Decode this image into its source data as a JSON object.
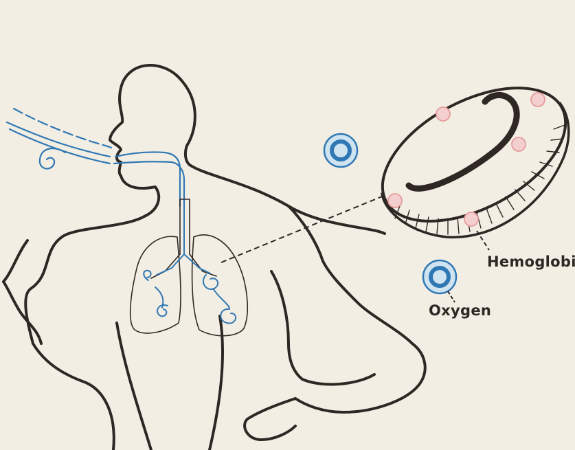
{
  "labels": {
    "hemoglobin": "Hemoglobin",
    "oxygen": "Oxygen"
  },
  "colors": {
    "background": "#f3eee4",
    "outline": "#2e2724",
    "airway_blue": "#2f78b3",
    "hemoglobin_pink": "#e79a9c",
    "label_text": "#2e2724"
  },
  "icons": [
    "human-figure",
    "airflow-swirl",
    "lungs",
    "trachea",
    "red-blood-cell",
    "hemoglobin-dot",
    "oxygen-molecule-icon"
  ]
}
